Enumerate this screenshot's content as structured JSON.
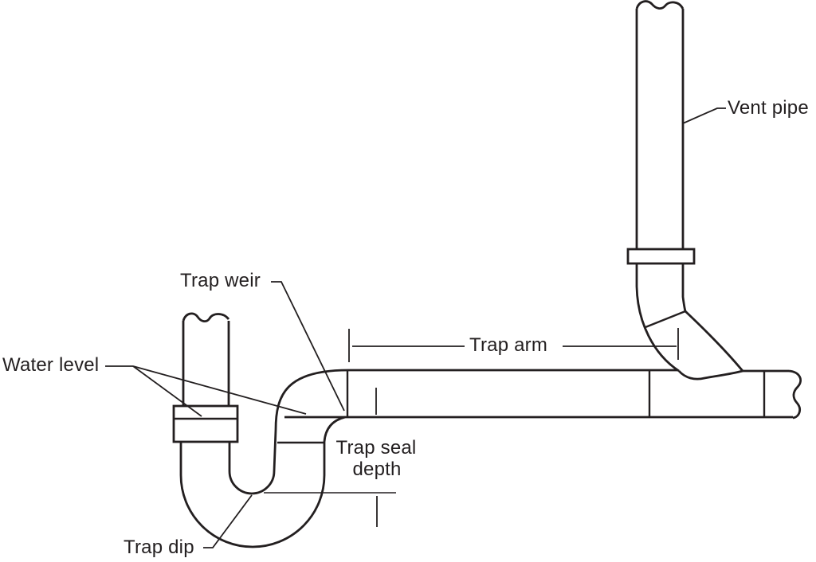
{
  "diagram": {
    "labels": {
      "vent_pipe": "Vent pipe",
      "trap_weir": "Trap weir",
      "water_level": "Water level",
      "trap_arm": "Trap arm",
      "trap_seal_depth_line1": "Trap seal",
      "trap_seal_depth_line2": "depth",
      "trap_dip": "Trap dip"
    },
    "colors": {
      "line": "#231f20",
      "background": "#ffffff"
    }
  }
}
